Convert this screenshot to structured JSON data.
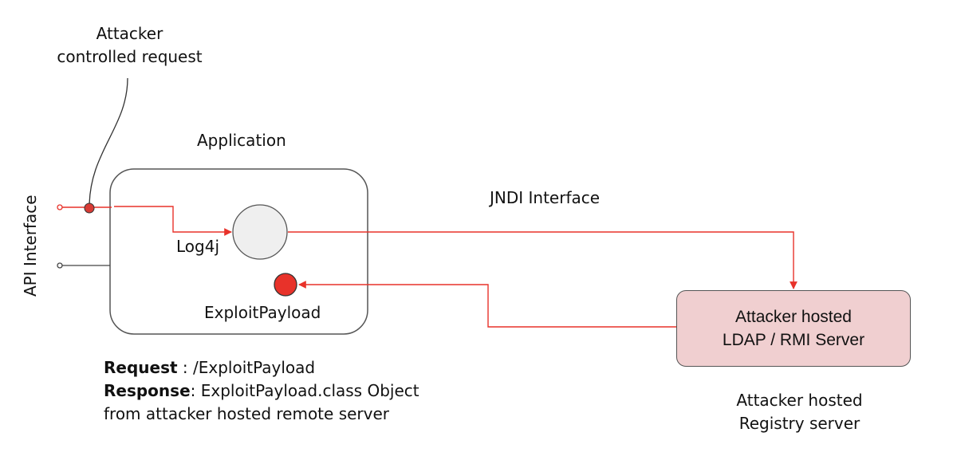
{
  "labels": {
    "attacker_request_line1": "Attacker",
    "attacker_request_line2": "controlled request",
    "application": "Application",
    "api_interface": "API Interface",
    "jndi_interface": "JNDI Interface",
    "log4j": "Log4j",
    "exploit_payload": "ExploitPayload",
    "server_line1": "Attacker hosted",
    "server_line2": "LDAP / RMI Server",
    "registry_line1": "Attacker hosted",
    "registry_line2": "Registry server"
  },
  "note": {
    "request_label": "Request",
    "request_value": " : /ExploitPayload",
    "response_label": "Response",
    "response_value": ": ExploitPayload.class Object",
    "response_line2": "from attacker hosted remote server"
  },
  "colors": {
    "arrow": "#e8322a",
    "payload_dot": "#e8322a",
    "request_dot": "#d83b35",
    "log4j_node": "#efefef",
    "server_fill": "#f0cfd0",
    "outline": "#555555"
  }
}
